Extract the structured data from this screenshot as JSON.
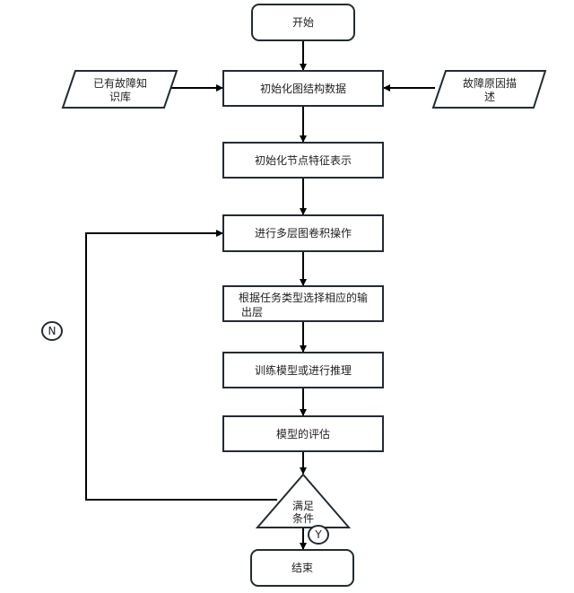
{
  "flowchart": {
    "start": "开始",
    "init_graph": "初始化图结构数据",
    "kb_input": [
      "已有故障知",
      "识库"
    ],
    "cause_input": [
      "故障原因描",
      "述"
    ],
    "init_nodes": "初始化节点特征表示",
    "graph_conv": "进行多层图卷积操作",
    "output_layer": [
      "根据任务类型选择相应的输",
      "出层"
    ],
    "train": "训练模型或进行推理",
    "evaluate": "模型的评估",
    "condition": [
      "满足",
      "条件"
    ],
    "end": "结束",
    "no_label": "N",
    "yes_label": "Y"
  },
  "colors": {
    "box_stroke": "#222b33",
    "arrow": "#000000",
    "text": "#222222"
  }
}
